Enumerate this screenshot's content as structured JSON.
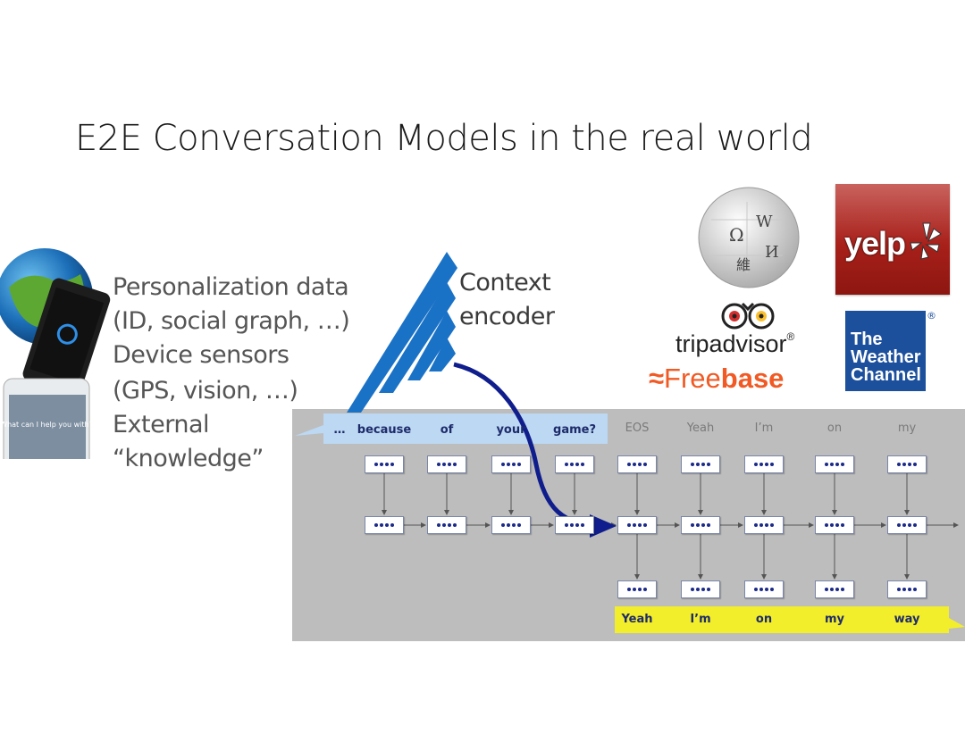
{
  "slide": {
    "title": "E2E Conversation Models in the real world"
  },
  "sources": {
    "lines": [
      "Personalization data",
      "(ID, social graph, …)",
      "Device sensors",
      "(GPS, vision, …)",
      "External",
      "“knowledge”"
    ]
  },
  "context_encoder": {
    "label_line1": "Context",
    "label_line2": "encoder"
  },
  "phone": {
    "prompt": "What can I help you with?"
  },
  "logos": {
    "tripadvisor": "tripadvisor",
    "freebase_prefix": "Free",
    "freebase_suffix": "base",
    "yelp": "yelp",
    "weather_line1": "The",
    "weather_line2": "Weather",
    "weather_line3": "Channel",
    "registered": "®",
    "wiki_glyph_1": "Ω",
    "wiki_glyph_2": "W",
    "wiki_glyph_3": "И",
    "wiki_glyph_4": "維"
  },
  "seq2seq": {
    "input_tokens": [
      "…",
      "because",
      "of",
      "your",
      "game?"
    ],
    "decoder_tokens": [
      "EOS",
      "Yeah",
      "I’m",
      "on",
      "my"
    ],
    "output_tokens": [
      "Yeah",
      "I’m",
      "on",
      "my",
      "way"
    ]
  },
  "colors": {
    "input_bubble": "#bcd8f2",
    "output_bubble": "#f3ee2b",
    "arrow_blue": "#0f1e8c",
    "encoder_blue": "#1a72c6",
    "panel_gray": "#bdbdbd"
  }
}
